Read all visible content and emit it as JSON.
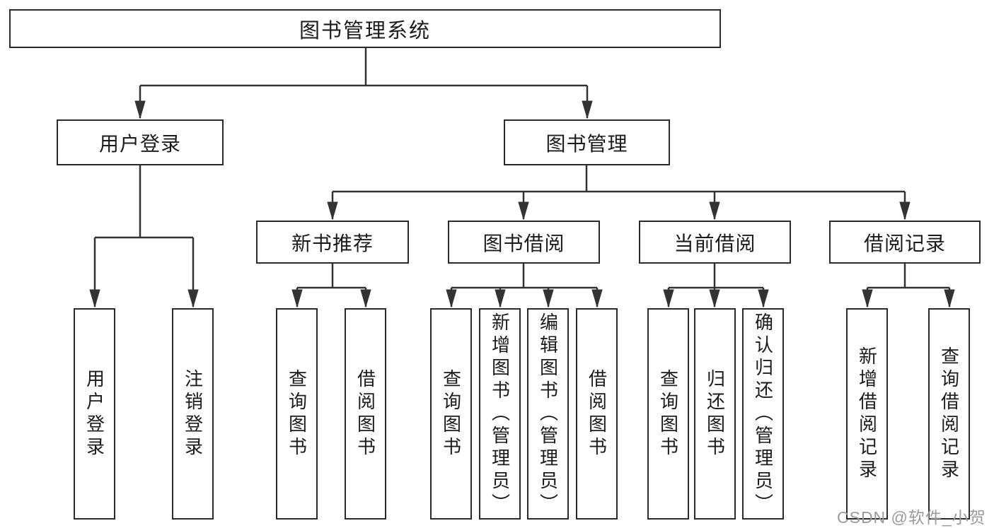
{
  "diagram": {
    "type": "hierarchy-tree",
    "title": "图书管理系统",
    "watermark": "CSDN @软件_小贺同学",
    "colors": {
      "line": "#333333",
      "box_border": "#2b2b2b",
      "box_fill": "#ffffff",
      "text": "#1b1b1b",
      "watermark": "#9b9b9b",
      "background": "#ffffff"
    },
    "nodes": {
      "root": {
        "label": "图书管理系统"
      },
      "user_login": {
        "label": "用户登录"
      },
      "book_mgmt": {
        "label": "图书管理"
      },
      "new_book_rec": {
        "label": "新书推荐"
      },
      "book_borrow": {
        "label": "图书借阅"
      },
      "current_borrow": {
        "label": "当前借阅"
      },
      "borrow_records": {
        "label": "借阅记录"
      },
      "leaf_user_login": {
        "label": "用户登录"
      },
      "leaf_logout": {
        "label": "注销登录"
      },
      "leaf_query_book_1": {
        "label": "查询图书"
      },
      "leaf_borrow_book_1": {
        "label": "借阅图书"
      },
      "leaf_query_book_2": {
        "label": "查询图书"
      },
      "leaf_add_book": {
        "label": "新增图书（管理员）"
      },
      "leaf_edit_book": {
        "label": "编辑图书（管理员）"
      },
      "leaf_borrow_book_2": {
        "label": "借阅图书"
      },
      "leaf_query_book_3": {
        "label": "查询图书"
      },
      "leaf_return_book": {
        "label": "归还图书"
      },
      "leaf_confirm_return": {
        "label": "确认归还（管理员）"
      },
      "leaf_add_record": {
        "label": "新增借阅记录"
      },
      "leaf_query_record": {
        "label": "查询借阅记录"
      }
    },
    "edges": [
      {
        "from": "root",
        "to": "user_login"
      },
      {
        "from": "root",
        "to": "book_mgmt"
      },
      {
        "from": "user_login",
        "to": "leaf_user_login"
      },
      {
        "from": "user_login",
        "to": "leaf_logout"
      },
      {
        "from": "book_mgmt",
        "to": "new_book_rec"
      },
      {
        "from": "book_mgmt",
        "to": "book_borrow"
      },
      {
        "from": "book_mgmt",
        "to": "current_borrow"
      },
      {
        "from": "book_mgmt",
        "to": "borrow_records"
      },
      {
        "from": "new_book_rec",
        "to": "leaf_query_book_1"
      },
      {
        "from": "new_book_rec",
        "to": "leaf_borrow_book_1"
      },
      {
        "from": "book_borrow",
        "to": "leaf_query_book_2"
      },
      {
        "from": "book_borrow",
        "to": "leaf_add_book"
      },
      {
        "from": "book_borrow",
        "to": "leaf_edit_book"
      },
      {
        "from": "book_borrow",
        "to": "leaf_borrow_book_2"
      },
      {
        "from": "current_borrow",
        "to": "leaf_query_book_3"
      },
      {
        "from": "current_borrow",
        "to": "leaf_return_book"
      },
      {
        "from": "current_borrow",
        "to": "leaf_confirm_return"
      },
      {
        "from": "borrow_records",
        "to": "leaf_add_record"
      },
      {
        "from": "borrow_records",
        "to": "leaf_query_record"
      }
    ]
  }
}
